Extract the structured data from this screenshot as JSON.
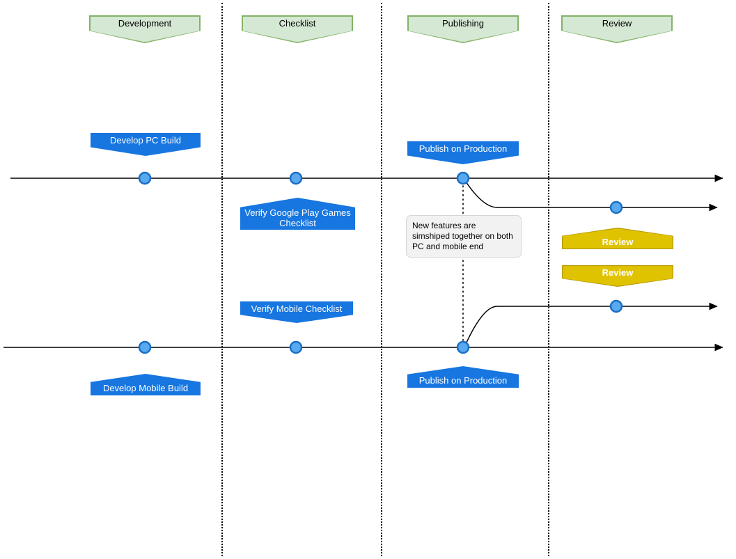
{
  "lanes": [
    {
      "label": "Development"
    },
    {
      "label": "Checklist"
    },
    {
      "label": "Publishing"
    },
    {
      "label": "Review"
    }
  ],
  "tasks": {
    "develop_pc": {
      "label": "Develop PC Build"
    },
    "verify_gpg": {
      "label": "Verify Google Play Games Checklist"
    },
    "publish_top": {
      "label": "Publish on Production"
    },
    "verify_mobile": {
      "label": "Verify Mobile Checklist"
    },
    "develop_mobile": {
      "label": "Develop Mobile Build"
    },
    "publish_bottom": {
      "label": "Publish on Production"
    },
    "review_top": {
      "label": "Review"
    },
    "review_bottom": {
      "label": "Review"
    }
  },
  "note": {
    "text": "New features are simshiped together on both PC and mobile end"
  },
  "colors": {
    "lane_fill": "#d5e8d4",
    "lane_border": "#82b366",
    "task_fill": "#1776e0",
    "review_fill": "#e0c300",
    "review_border": "#b89a00",
    "node_fill": "#58a9f0",
    "node_border": "#1a6fc4",
    "note_fill": "#f2f2f2",
    "line": "#000000"
  }
}
